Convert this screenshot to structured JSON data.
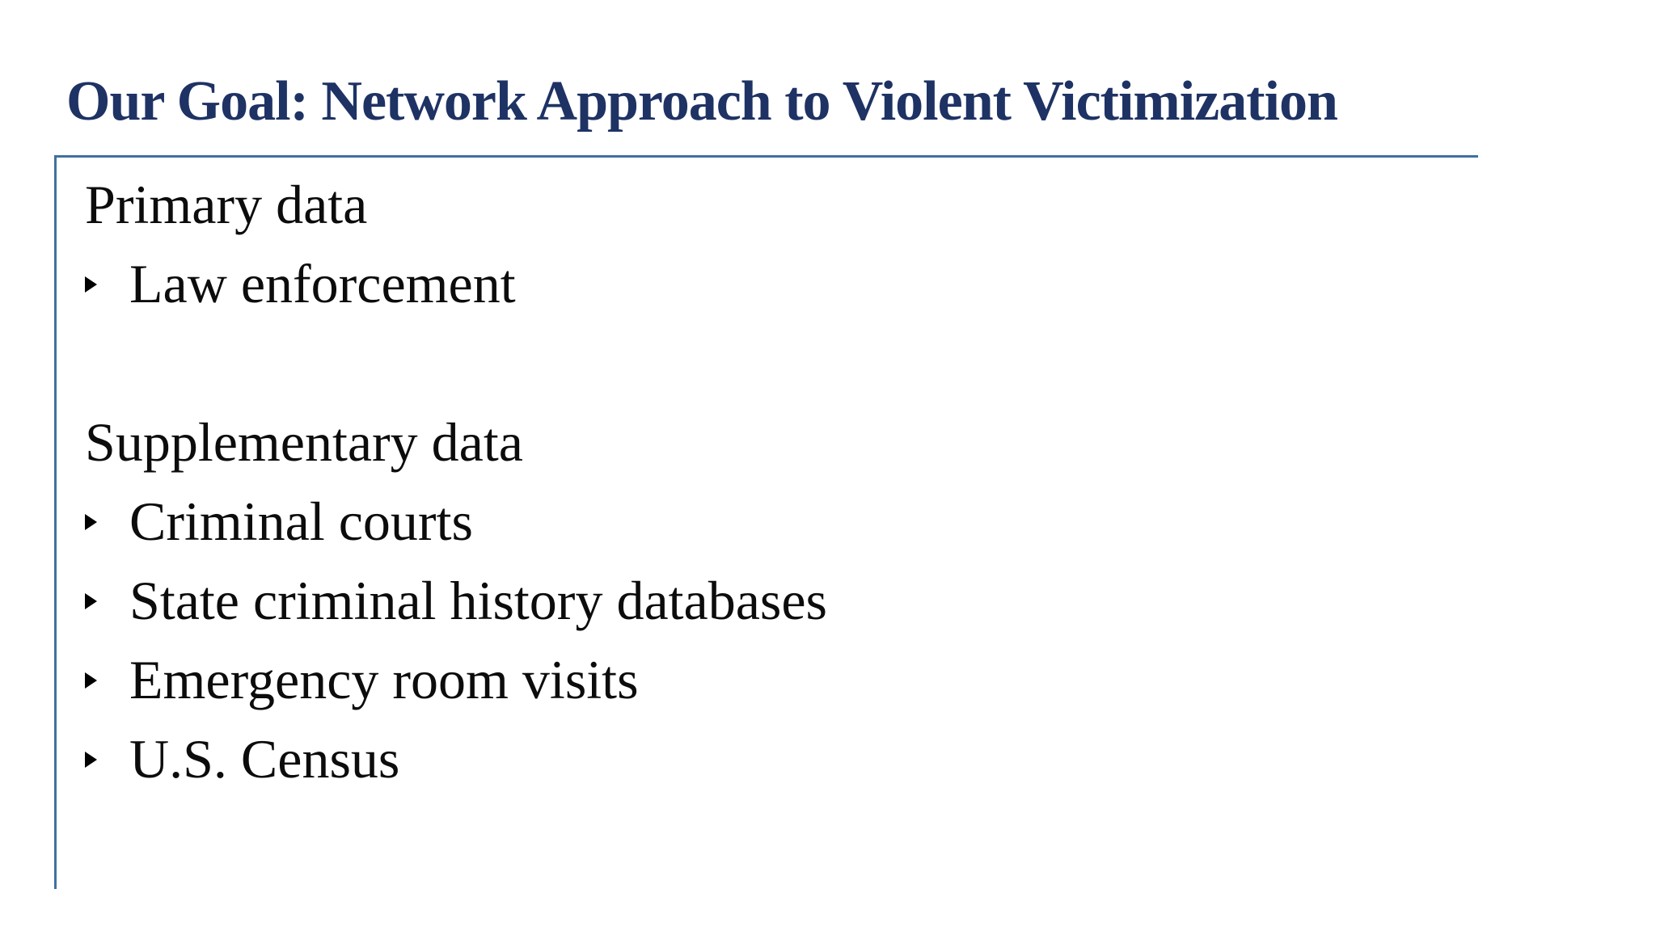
{
  "slide": {
    "title": "Our Goal: Network Approach to Violent Victimization",
    "sections": [
      {
        "heading": "Primary data",
        "items": [
          "Law enforcement"
        ]
      },
      {
        "heading": "Supplementary data",
        "items": [
          "Criminal courts",
          "State criminal history databases",
          "Emergency room visits",
          "U.S. Census"
        ]
      }
    ]
  },
  "colors": {
    "title": "#1e3264",
    "border": "#41719c",
    "body": "#0c0c0c",
    "bullet": "#000000",
    "bg": "#ffffff"
  }
}
